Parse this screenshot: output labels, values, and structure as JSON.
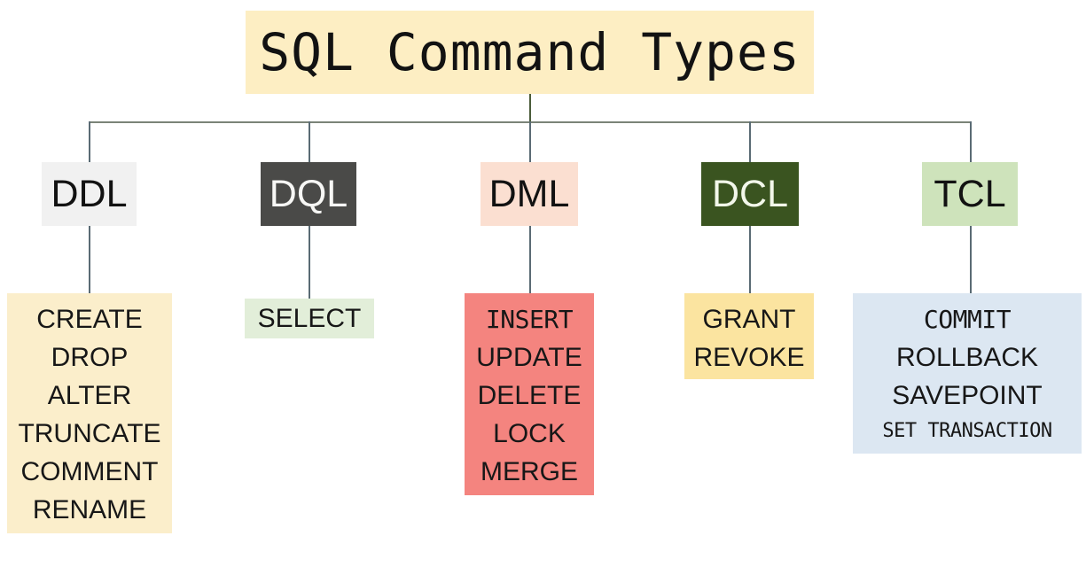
{
  "diagram": {
    "title": "SQL Command Types",
    "title_bg": "#fdeec3",
    "connector_color": "#5a6b74",
    "branches": [
      {
        "key": "ddl",
        "category_label": "DDL",
        "category_bg": "#f1f1f1",
        "category_fg": "#121212",
        "commands": [
          "CREATE",
          "DROP",
          "ALTER",
          "TRUNCATE",
          "COMMENT",
          "RENAME"
        ],
        "commands_bg": "#fbeecb"
      },
      {
        "key": "dql",
        "category_label": "DQL",
        "category_bg": "#4a4a48",
        "category_fg": "#f7f7f5",
        "commands": [
          "SELECT"
        ],
        "commands_bg": "#e2eed9"
      },
      {
        "key": "dml",
        "category_label": "DML",
        "category_bg": "#fbdfd1",
        "category_fg": "#121212",
        "commands": [
          "INSERT",
          "UPDATE",
          "DELETE",
          "LOCK",
          "MERGE"
        ],
        "commands_bg": "#f4847f"
      },
      {
        "key": "dcl",
        "category_label": "DCL",
        "category_bg": "#3a5420",
        "category_fg": "#f2f7ea",
        "commands": [
          "GRANT",
          "REVOKE"
        ],
        "commands_bg": "#fbe4a0"
      },
      {
        "key": "tcl",
        "category_label": "TCL",
        "category_bg": "#cee3bb",
        "category_fg": "#121212",
        "commands": [
          "COMMIT",
          "ROLLBACK",
          "SAVEPOINT",
          "SET TRANSACTION"
        ],
        "commands_bg": "#dce7f2"
      }
    ]
  }
}
